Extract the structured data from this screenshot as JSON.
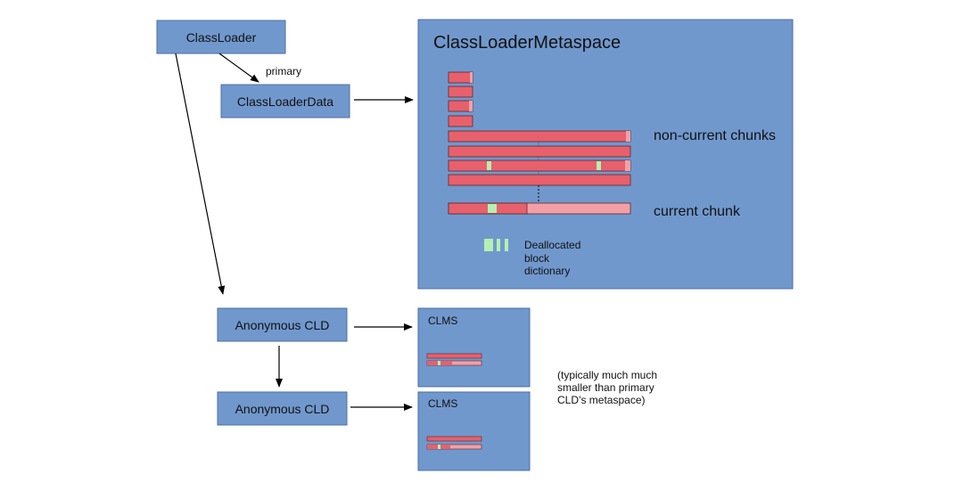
{
  "colors": {
    "box_fill": "#7198cd",
    "box_stroke": "#4a6fa3",
    "chunk_used": "#e8606c",
    "chunk_free": "#f2a0a5",
    "chunk_stroke": "#5a2a2a",
    "dealloc_block": "#b4f0b0",
    "arrow": "#000000"
  },
  "nodes": {
    "class_loader": "ClassLoader",
    "class_loader_data": "ClassLoaderData",
    "anon_cld_1": "Anonymous CLD",
    "anon_cld_2": "Anonymous CLD"
  },
  "edges": {
    "primary_label": "primary"
  },
  "metaspace": {
    "title": "ClassLoaderMetaspace",
    "non_current_label": "non-current chunks",
    "current_label": "current chunk",
    "legend_lines": [
      "Deallocated",
      "block",
      "dictionary"
    ]
  },
  "clms": {
    "first_label": "CLMS",
    "second_label": "CLMS"
  },
  "note_lines": [
    "(typically much much",
    "smaller than primary",
    "CLD’s metaspace)"
  ]
}
